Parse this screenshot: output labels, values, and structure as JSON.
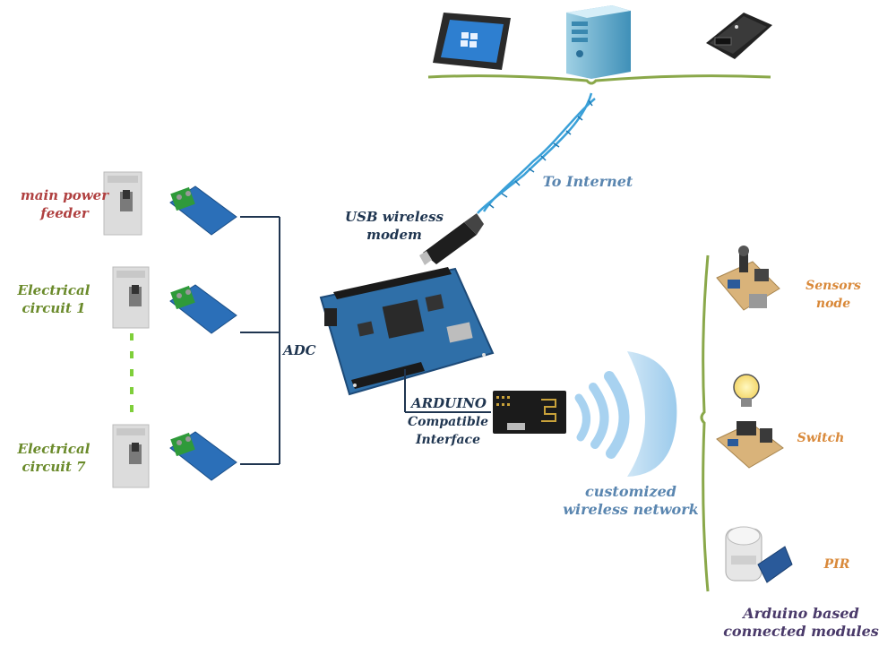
{
  "labels": {
    "main_power_feeder": "main power feeder",
    "electrical_circuit_1": "Electrical circuit 1",
    "electrical_circuit_7": "Electrical circuit 7",
    "adc": "ADC",
    "usb_wireless_modem": "USB wireless modem",
    "to_internet": "To Internet",
    "arduino": "ARDUINO",
    "compatible_interface": "Compatible Interface",
    "customized_wireless_network": "customized wireless network",
    "sensors_node": "Sensors node",
    "switch": "Switch",
    "pir": "PIR",
    "arduino_based_modules": "Arduino based connected modules"
  },
  "colors": {
    "feeder_label": "#b04040",
    "circuit_label": "#6a8a2a",
    "network_label": "#5a86b0",
    "module_label": "#d9893a",
    "bracket": "#8aa84a",
    "connector_line": "#1f3550"
  },
  "icons": [
    "tablet-icon",
    "desktop-tower-icon",
    "power-bank-icon",
    "circuit-breaker-icon",
    "current-sensor-icon",
    "fpga-board-icon",
    "usb-modem-icon",
    "rf-transceiver-icon",
    "wireless-waves-icon",
    "sensor-node-icon",
    "light-bulb-icon",
    "switch-board-icon",
    "pir-sensor-icon"
  ]
}
